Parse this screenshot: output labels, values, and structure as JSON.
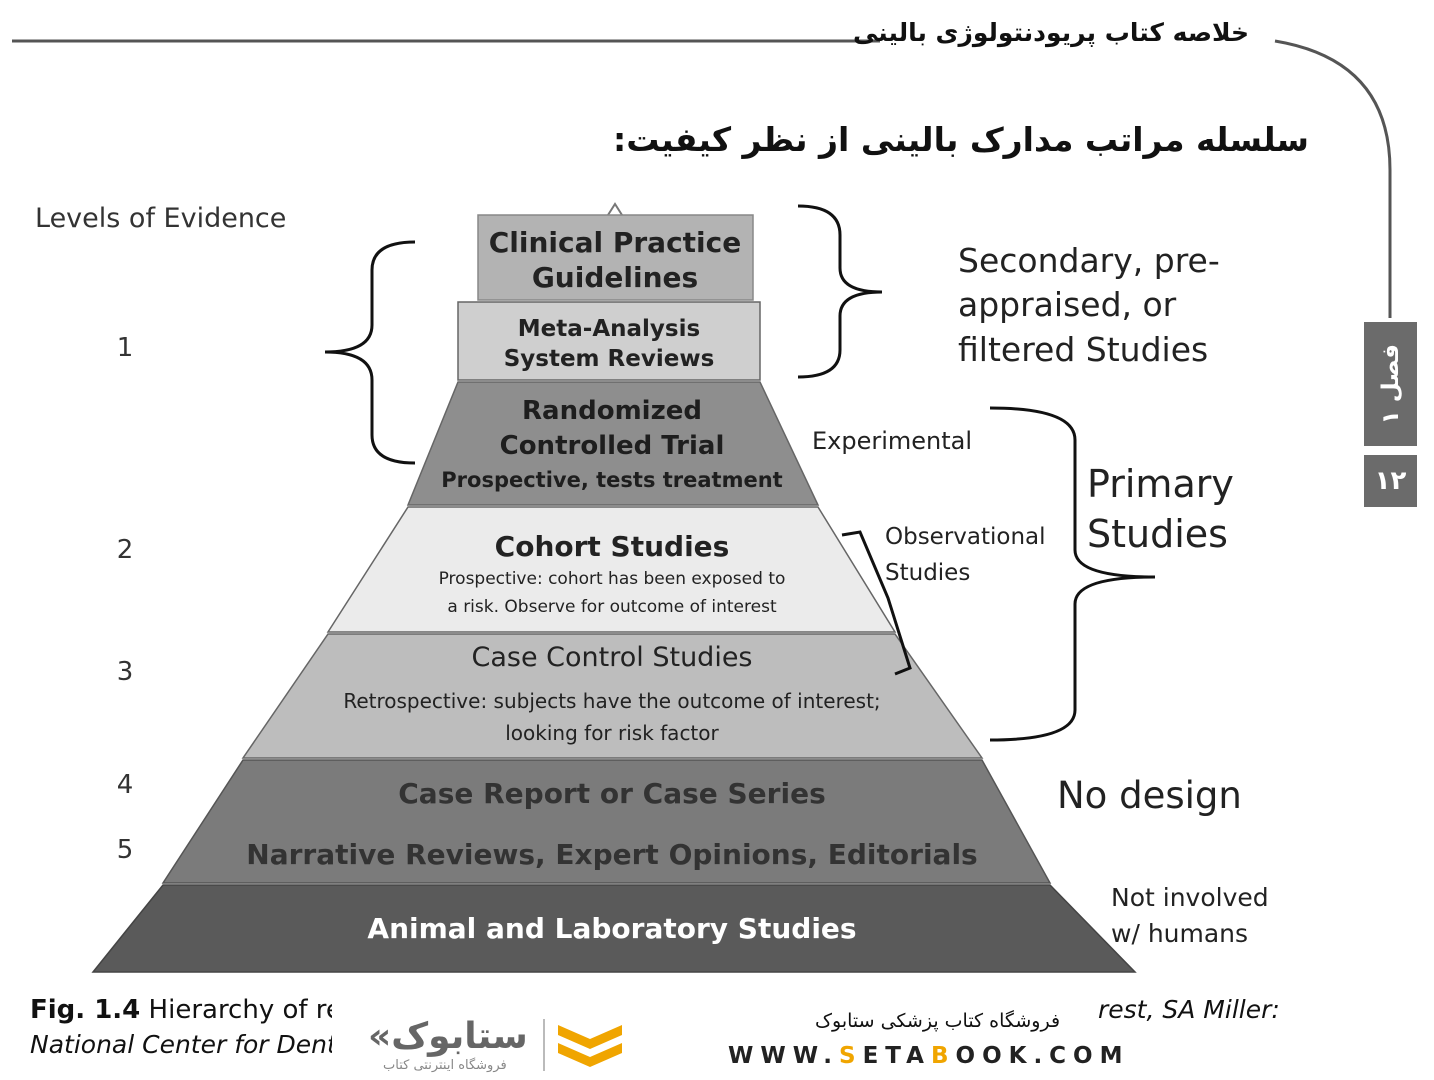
{
  "header": {
    "title": "خلاصه کتاب پریودنتولوژی بالینی"
  },
  "section": {
    "title": "سلسله مراتب مدارک بالینی از نظر کیفیت:"
  },
  "tabs": {
    "chapter": "فصل ۱",
    "page": "۱۲"
  },
  "figure": {
    "levels_heading": "Levels of Evidence",
    "level_numbers": [
      "1",
      "2",
      "3",
      "4",
      "5"
    ],
    "tiers": {
      "cpg": [
        "Clinical Practice",
        "Guidelines"
      ],
      "meta": [
        "Meta-Analysis",
        "System Reviews"
      ],
      "rct": [
        "Randomized",
        "Controlled Trial",
        "Prospective, tests treatment"
      ],
      "cohort": [
        "Cohort Studies",
        "Prospective: cohort has been exposed to",
        "a risk. Observe for outcome of interest"
      ],
      "case_control": [
        "Case Control Studies",
        "Retrospective: subjects have the outcome of interest;",
        "looking for risk factor"
      ],
      "case_report": "Case Report or Case Series",
      "narrative": "Narrative Reviews, Expert Opinions, Editorials",
      "animal": "Animal and Laboratory Studies"
    },
    "right_labels": {
      "secondary": [
        "Secondary, pre-",
        "appraised, or",
        "filtered Studies"
      ],
      "experimental": "Experimental",
      "observational": [
        "Observational",
        "Studies"
      ],
      "primary": [
        "Primary",
        "Studies"
      ],
      "no_design": "No design",
      "not_involved": [
        "Not involved",
        "w/ humans"
      ]
    }
  },
  "caption": {
    "label": "Fig. 1.4",
    "text_left": "Hierarchy of res",
    "line2": "National Center for Dental",
    "text_right": "rest, SA Miller:"
  },
  "watermark": {
    "shop": "فروشگاه کتاب پزشکی ستابوک",
    "url_parts": [
      "WWW.",
      "S",
      "ETA",
      "B",
      "OOK.COM"
    ],
    "logo": "«ستابوک",
    "logo_sub": "فروشگاه اینترنتی کتاب"
  },
  "colors": {
    "header_line": "#555555",
    "tab_bg": "#6b6b6b",
    "cpg": "#b3b3b3",
    "meta": "#cfcfcf",
    "rct": "#8e8e8e",
    "cohort": "#ebebeb",
    "case_control": "#bdbdbd",
    "no_design": "#7b7b7b",
    "animal": "#5a5a5a",
    "accent": "#f0a500"
  }
}
